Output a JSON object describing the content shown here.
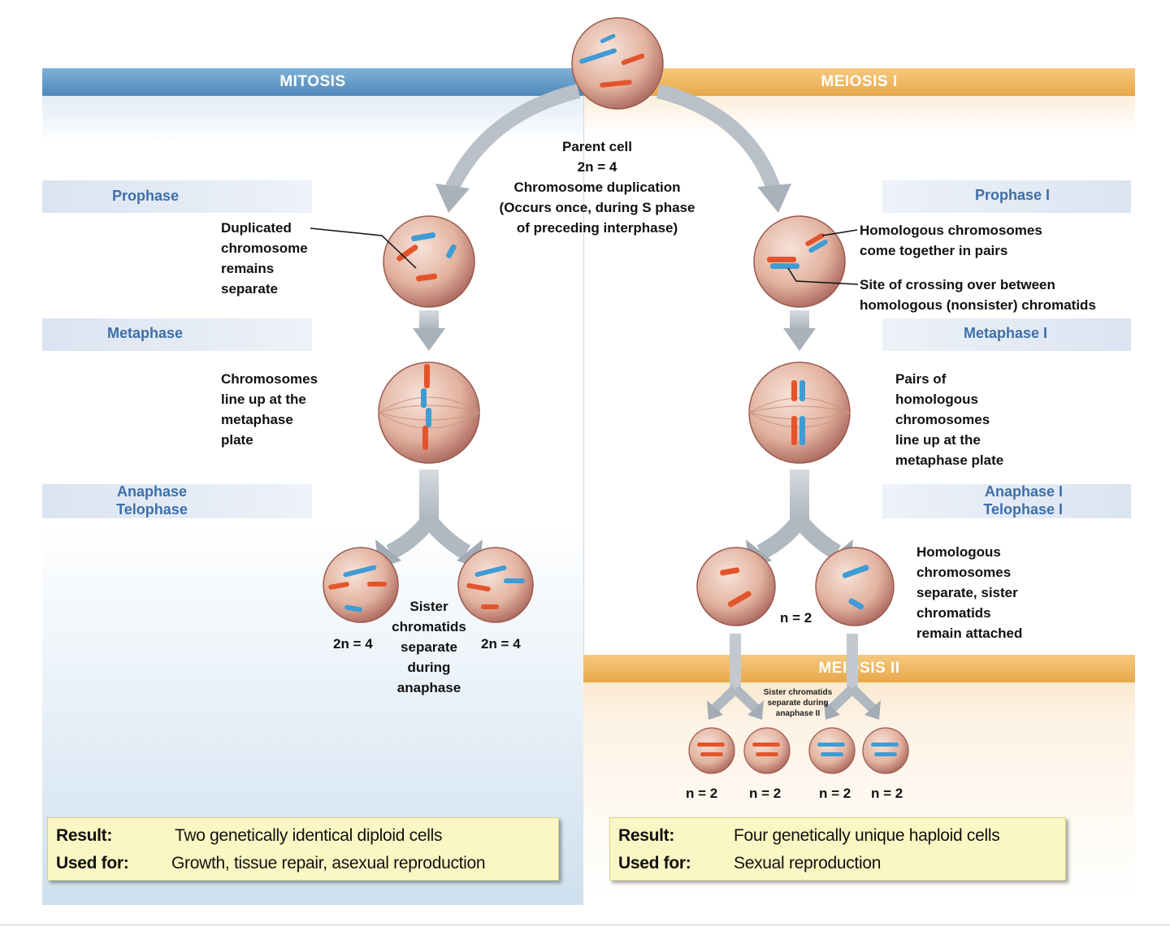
{
  "headers": {
    "mitosis": "MITOSIS",
    "meiosis1": "MEIOSIS I",
    "meiosis2": "MEIOSIS II"
  },
  "parent": {
    "line1": "Parent cell",
    "line2": "2n = 4",
    "line3": "Chromosome duplication",
    "line4": "(Occurs once, during S phase",
    "line5": "of preceding interphase)"
  },
  "mitosis": {
    "prophase": "Prophase",
    "metaphase": "Metaphase",
    "anaphase": "Anaphase",
    "telophase": "Telophase",
    "prophase_label": [
      "Duplicated",
      "chromosome",
      "remains",
      "separate"
    ],
    "metaphase_label": [
      "Chromosomes",
      "line up at the",
      "metaphase",
      "plate"
    ],
    "anaphase_label": [
      "Sister",
      "chromatids",
      "separate",
      "during",
      "anaphase"
    ],
    "ploidy_left": "2n = 4",
    "ploidy_right": "2n = 4"
  },
  "meiosis": {
    "prophase": "Prophase I",
    "metaphase": "Metaphase I",
    "anaphase": "Anaphase I",
    "telophase": "Telophase I",
    "prophase_label1": [
      "Homologous chromosomes",
      "come together in pairs"
    ],
    "prophase_label2": [
      "Site of crossing over between",
      "homologous (nonsister) chromatids"
    ],
    "metaphase_label": [
      "Pairs of",
      "homologous",
      "chromosomes",
      "line up at the",
      "metaphase plate"
    ],
    "anaphase_label": [
      "Homologous",
      "chromosomes",
      "separate, sister",
      "chromatids",
      "remain attached"
    ],
    "ploidy_mid": "n = 2",
    "meiosis2_label": [
      "Sister chromatids",
      "separate during",
      "anaphase II"
    ],
    "ploidy_final": [
      "n = 2",
      "n = 2",
      "n = 2",
      "n = 2"
    ]
  },
  "results": {
    "mitosis": {
      "result_key": "Result:",
      "result_val": "Two genetically identical diploid cells",
      "used_key": "Used for:",
      "used_val": "Growth, tissue repair, asexual reproduction"
    },
    "meiosis": {
      "result_key": "Result:",
      "result_val": "Four genetically unique haploid cells",
      "used_key": "Used for:",
      "used_val": "Sexual reproduction"
    }
  },
  "colors": {
    "mitosis_header": "#5b95c4",
    "meiosis_header": "#eeb35f",
    "phase_text": "#3e6fa8",
    "cell": "#d49a85",
    "red_chromosome": "#e2552c",
    "blue_chromosome": "#3f9cd4",
    "result_box": "#fbf7c4",
    "arrow": "#b8c0c8"
  }
}
